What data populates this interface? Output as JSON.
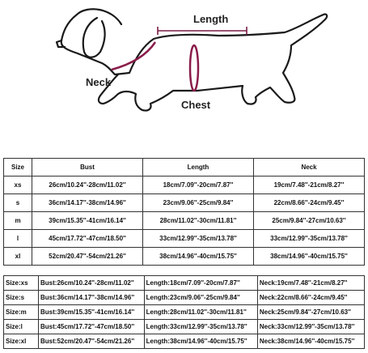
{
  "diagram": {
    "labels": {
      "length": "Length",
      "neck": "Neck",
      "chest": "Chest"
    }
  },
  "table1": {
    "headers": [
      "Size",
      "Bust",
      "Length",
      "Neck"
    ],
    "rows": [
      [
        "xs",
        "26cm/10.24''-28cm/11.02''",
        "18cm/7.09''-20cm/7.87''",
        "19cm/7.48''-21cm/8.27''"
      ],
      [
        "s",
        "36cm/14.17''-38cm/14.96''",
        "23cm/9.06''-25cm/9.84''",
        "22cm/8.66''-24cm/9.45''"
      ],
      [
        "m",
        "39cm/15.35''-41cm/16.14''",
        "28cm/11.02''-30cm/11.81''",
        "25cm/9.84''-27cm/10.63''"
      ],
      [
        "l",
        "45cm/17.72''-47cm/18.50''",
        "33cm/12.99''-35cm/13.78''",
        "33cm/12.99''-35cm/13.78''"
      ],
      [
        "xl",
        "52cm/20.47''-54cm/21.26''",
        "38cm/14.96''-40cm/15.75''",
        "38cm/14.96''-40cm/15.75''"
      ]
    ]
  },
  "table2": {
    "rows": [
      [
        "Size:xs",
        "Bust:26cm/10.24''-28cm/11.02''",
        "Length:18cm/7.09''-20cm/7.87''",
        "Neck:19cm/7.48''-21cm/8.27''"
      ],
      [
        "Size:s",
        "Bust:36cm/14.17''-38cm/14.96''",
        "Length:23cm/9.06''-25cm/9.84''",
        "Neck:22cm/8.66''-24cm/9.45''"
      ],
      [
        "Size:m",
        "Bust:39cm/15.35''-41cm/16.14''",
        "Length:28cm/11.02''-30cm/11.81''",
        "Neck:25cm/9.84''-27cm/10.63''"
      ],
      [
        "Size:l",
        "Bust:45cm/17.72''-47cm/18.50''",
        "Length:33cm/12.99''-35cm/13.78''",
        "Neck:33cm/12.99''-35cm/13.78''"
      ],
      [
        "Size:xl",
        "Bust:52cm/20.47''-54cm/21.26''",
        "Length:38cm/14.96''-40cm/15.75''",
        "Neck:38cm/14.96''-40cm/15.75''"
      ]
    ]
  }
}
